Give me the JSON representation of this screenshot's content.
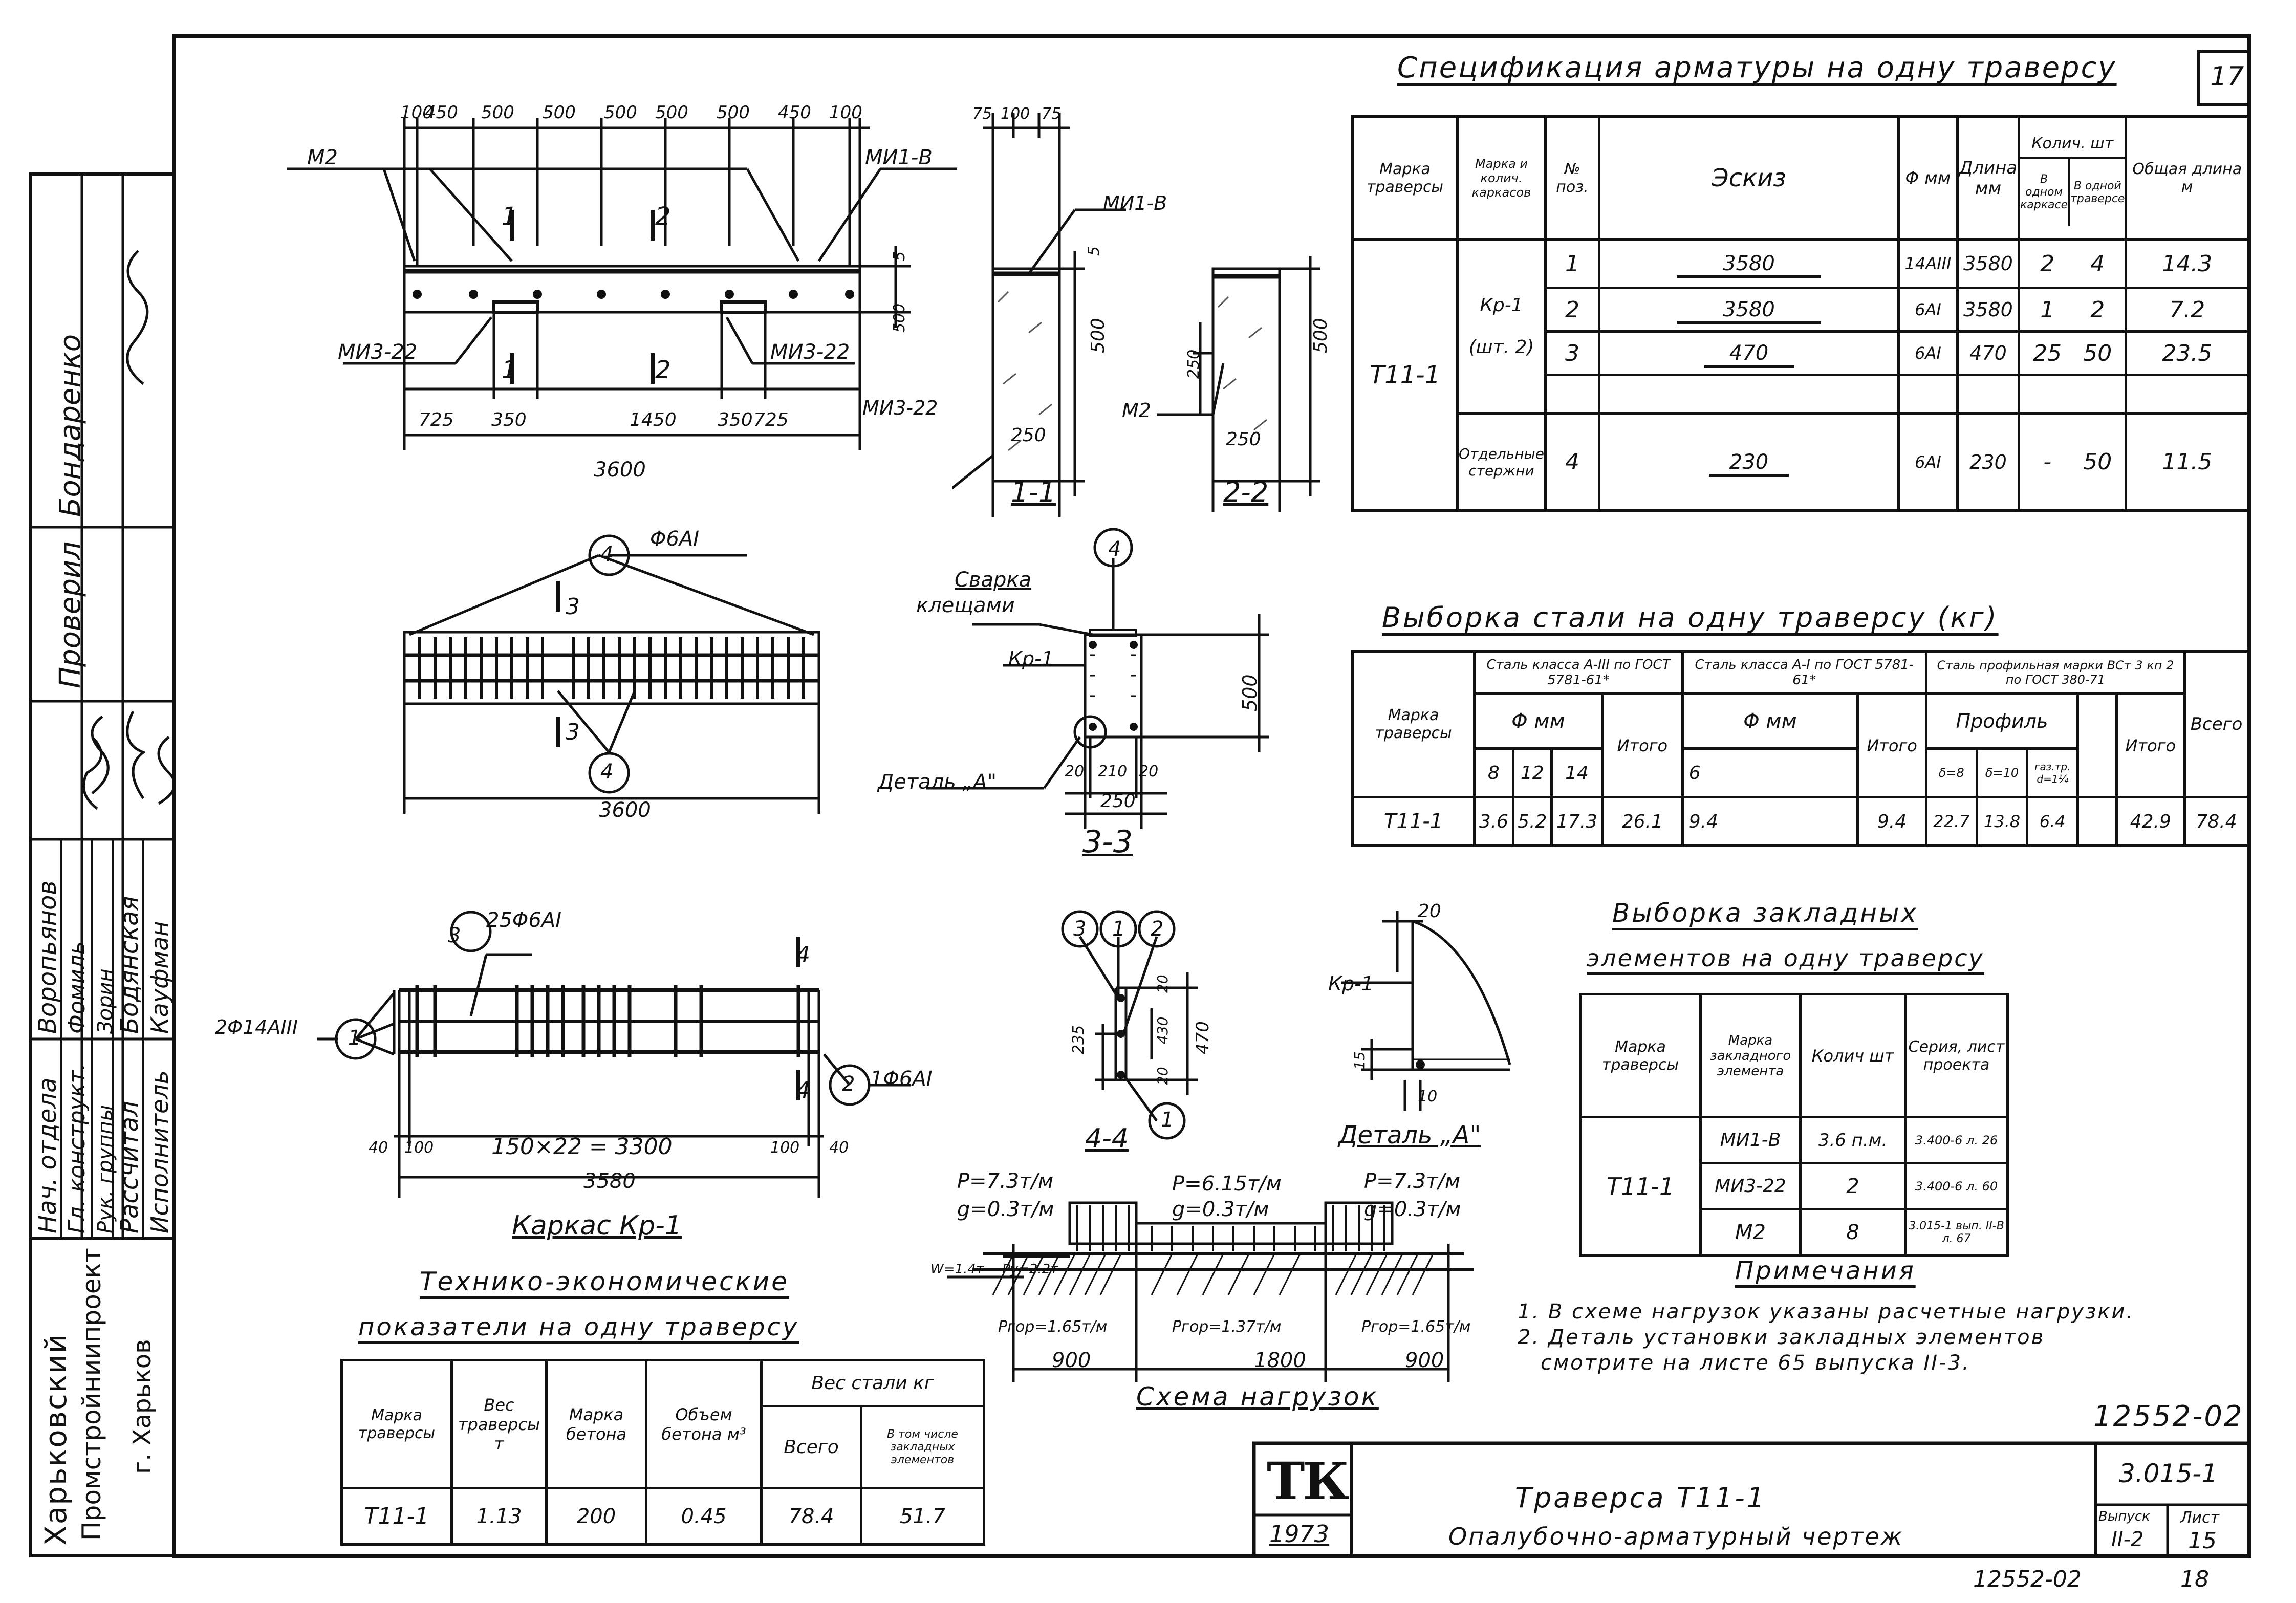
{
  "sheet_number_top": "17",
  "spec": {
    "title": "Спецификация арматуры на одну траверсу",
    "headers": [
      "Марка траверсы",
      "Марка и колич. каркасов",
      "№ поз.",
      "Эскиз",
      "Φ мм",
      "Длина мм",
      "Колич. шт",
      "В одном каркасе",
      "В одной траверсе",
      "Общая длина м"
    ],
    "mark": "Т11-1",
    "frame": "Кр-1",
    "frame_qty": "(шт. 2)",
    "separate": "Отдельные стержни",
    "rows": [
      {
        "pos": "1",
        "sketch": "3580",
        "dia": "14AIII",
        "len": "3580",
        "q1": "2",
        "q2": "4",
        "total": "14.3"
      },
      {
        "pos": "2",
        "sketch": "3580",
        "dia": "6AI",
        "len": "3580",
        "q1": "1",
        "q2": "2",
        "total": "7.2"
      },
      {
        "pos": "3",
        "sketch": "470",
        "dia": "6AI",
        "len": "470",
        "q1": "25",
        "q2": "50",
        "total": "23.5"
      },
      {
        "pos": "4",
        "sketch": "230",
        "dia": "6AI",
        "len": "230",
        "q1": "-",
        "q2": "50",
        "total": "11.5"
      }
    ]
  },
  "steel": {
    "title": "Выборка стали на одну траверсу (кг)",
    "h_mark": "Марка траверсы",
    "h_a3": "Сталь класса А-III по ГОСТ 5781-61*",
    "h_a1": "Сталь класса А-I по ГОСТ 5781-61*",
    "h_prof": "Сталь профильная марки ВСт 3 кп 2 по ГОСТ 380-71",
    "h_dia": "Φ мм",
    "h_prof2": "Профиль",
    "h_total": "Итого",
    "h_all": "Всего",
    "sub": [
      "8",
      "12",
      "14",
      "6",
      "δ=8",
      "δ=10",
      "газ.тр. d=1¼"
    ],
    "row": [
      "Т11-1",
      "3.6",
      "5.2",
      "17.3",
      "26.1",
      "9.4",
      "9.4",
      "22.7",
      "13.8",
      "6.4",
      "42.9",
      "78.4"
    ]
  },
  "embedded": {
    "title1": "Выборка закладных",
    "title2": "элементов на одну траверсу",
    "headers": [
      "Марка траверсы",
      "Марка закладного элемента",
      "Колич шт",
      "Серия, лист проекта"
    ],
    "mark": "Т11-1",
    "rows": [
      [
        "МИ1-В",
        "3.6 п.м.",
        "3.400-6 л. 26"
      ],
      [
        "МИ3-22",
        "2",
        "3.400-6 л. 60"
      ],
      [
        "М2",
        "8",
        "3.015-1 вып. II-В л. 67"
      ]
    ]
  },
  "tech": {
    "title1": "Технико-экономические",
    "title2": "показатели на одну траверсу",
    "headers": [
      "Марка траверсы",
      "Вес траверсы т",
      "Марка бетона",
      "Объем бетона м³",
      "Вес стали кг",
      "Всего",
      "В том числе закладных элементов"
    ],
    "row": [
      "Т11-1",
      "1.13",
      "200",
      "0.45",
      "78.4",
      "51.7"
    ]
  },
  "notes": {
    "title": "Примечания",
    "items": [
      "1. В схеме нагрузок указаны расчетные нагрузки.",
      "2. Деталь установки закладных элементов",
      "смотрите на листе 65 выпуска II-3."
    ]
  },
  "views": {
    "elev": {
      "top_dims": [
        "100",
        "450",
        "500",
        "500",
        "500",
        "500",
        "500",
        "450",
        "100"
      ],
      "bottom_dims": [
        "725",
        "350",
        "1450",
        "350",
        "725"
      ],
      "total": "3600",
      "labels": [
        "М2",
        "МИ1-В",
        "МИ3-22",
        "МИ3-22"
      ],
      "cuts": [
        "1",
        "2",
        "1",
        "2"
      ],
      "side_dims": [
        "5",
        "500"
      ]
    },
    "sec11": {
      "title": "1-1",
      "top": [
        "75",
        "100",
        "75"
      ],
      "label": "МИ1-В",
      "label2": "МИ3-22",
      "dims": [
        "5",
        "500",
        "250"
      ]
    },
    "sec22": {
      "title": "2-2",
      "label": "М2",
      "dims": [
        "500",
        "250",
        "250"
      ]
    },
    "plan": {
      "pos": "4",
      "dia": "Φ6AI",
      "cut": "3",
      "total": "3600"
    },
    "sec33": {
      "title": "3-3",
      "weld1": "Сварка",
      "weld2": "клещами",
      "frame": "Кр-1",
      "detail": "Деталь „А\"",
      "dims": [
        "500",
        "20",
        "210",
        "20",
        "250"
      ],
      "pos": "4"
    },
    "frame": {
      "title": "Каркас Кр-1",
      "pos1": "2Φ14AIII",
      "pos3": "25Φ6AI",
      "pos2": "1Φ6AI",
      "dims": [
        "40",
        "100",
        "150×22 = 3300",
        "100",
        "40"
      ],
      "total": "3580",
      "cut": "4",
      "nums": [
        "1",
        "2",
        "3"
      ]
    },
    "sec44": {
      "title": "4-4",
      "nums": [
        "3",
        "1",
        "2",
        "1"
      ],
      "dims": [
        "20",
        "430",
        "20",
        "470",
        "235"
      ]
    },
    "detailA": {
      "title": "Деталь „А\"",
      "frame": "Кр-1",
      "dims": [
        "20",
        "15",
        "10"
      ]
    },
    "loads": {
      "title": "Схема нагрузок",
      "p1": "P=7.3т/м",
      "g1": "g=0.3т/м",
      "p2": "P=6.15т/м",
      "g2": "g=0.3т/м",
      "p3": "P=7.3т/м",
      "g3": "g=0.3т/м",
      "w": "W=1.4т",
      "py": "Py=2.2т",
      "r1": "Pгор=1.65т/м",
      "r2": "Pгор=1.37т/м",
      "r3": "Pгор=1.65т/м",
      "dims": [
        "900",
        "1800",
        "900"
      ]
    }
  },
  "stamp": {
    "code": "12552-02",
    "series": "3.015-1",
    "tk": "ТК",
    "year": "1973",
    "title1": "Траверса Т11-1",
    "title2": "Опалубочно-арматурный чертеж",
    "issue_h": "Выпуск",
    "issue": "II-2",
    "sheet_h": "Лист",
    "sheet": "15",
    "org1": "Харьковский",
    "org2": "Промстройниипроект",
    "org3": "г. Харьков",
    "roles": [
      "Нач. отдела",
      "Гл. конструкт.",
      "Рук. группы",
      "Рассчитал",
      "Исполнитель"
    ],
    "names": [
      "Воропьянов",
      "Фомиль",
      "Зорин",
      "Бодянская",
      "Кауфман"
    ],
    "checked": "Проверил",
    "checked_name": "Бондаренко"
  },
  "footer": {
    "code": "12552-02",
    "page": "18"
  }
}
